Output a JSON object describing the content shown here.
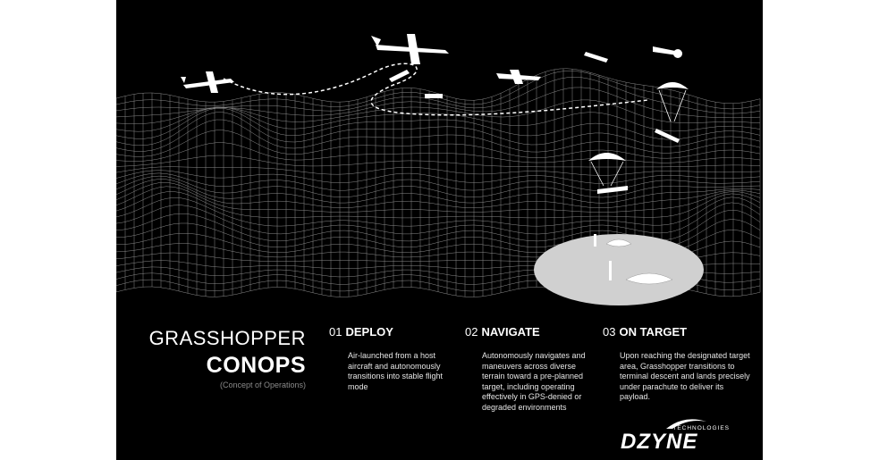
{
  "headline": {
    "line1": "GRASSHOPPER",
    "line2": "CONOPS",
    "subtitle": "(Concept of Operations)"
  },
  "steps": [
    {
      "number": "01",
      "name": "DEPLOY",
      "description": "Air-launched from a host aircraft and autonomously transitions into stable flight mode"
    },
    {
      "number": "02",
      "name": "NAVIGATE",
      "description": "Autonomously navigates and maneuvers across diverse terrain toward a pre-planned target, including operating effectively in GPS-denied or degraded environments"
    },
    {
      "number": "03",
      "name": "ON TARGET",
      "description": "Upon reaching the designated target area, Grasshopper transitions to terminal descent and lands precisely under parachute to deliver its payload."
    }
  ],
  "logo": {
    "small_text": "TECHNOLOGIES",
    "wordmark": "DZYNE"
  },
  "colors": {
    "background": "#000000",
    "foreground": "#ffffff",
    "subtitle": "#8a8a8a",
    "target_zone": "#d0d0d0"
  }
}
